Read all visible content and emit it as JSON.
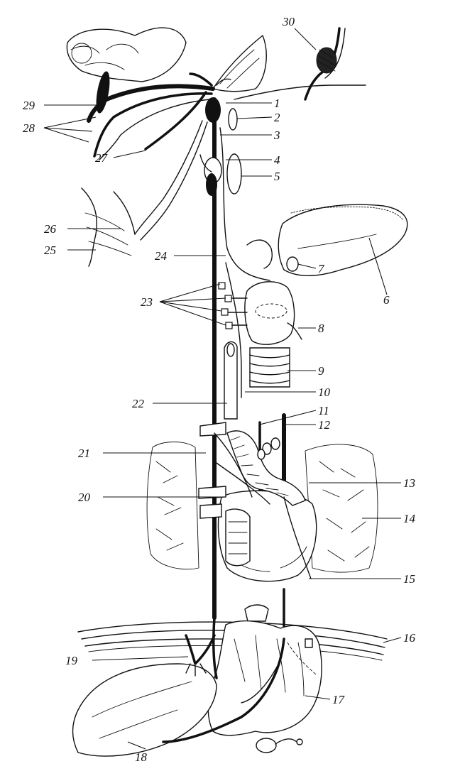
{
  "figure": {
    "colors": {
      "ink": "#111111",
      "paper": "#ffffff"
    },
    "labels": [
      {
        "id": "1",
        "text": "1"
      },
      {
        "id": "2",
        "text": "2"
      },
      {
        "id": "3",
        "text": "3"
      },
      {
        "id": "4",
        "text": "4"
      },
      {
        "id": "5",
        "text": "5"
      },
      {
        "id": "6",
        "text": "6"
      },
      {
        "id": "7",
        "text": "7"
      },
      {
        "id": "8",
        "text": "8"
      },
      {
        "id": "9",
        "text": "9"
      },
      {
        "id": "10",
        "text": "10"
      },
      {
        "id": "11",
        "text": "11"
      },
      {
        "id": "12",
        "text": "12"
      },
      {
        "id": "13",
        "text": "13"
      },
      {
        "id": "14",
        "text": "14"
      },
      {
        "id": "15",
        "text": "15"
      },
      {
        "id": "16",
        "text": "16"
      },
      {
        "id": "17",
        "text": "17"
      },
      {
        "id": "18",
        "text": "18"
      },
      {
        "id": "19",
        "text": "19"
      },
      {
        "id": "20",
        "text": "20"
      },
      {
        "id": "21",
        "text": "21"
      },
      {
        "id": "22",
        "text": "22"
      },
      {
        "id": "23",
        "text": "23"
      },
      {
        "id": "24",
        "text": "24"
      },
      {
        "id": "25",
        "text": "25"
      },
      {
        "id": "26",
        "text": "26"
      },
      {
        "id": "27",
        "text": "27"
      },
      {
        "id": "28",
        "text": "28"
      },
      {
        "id": "29",
        "text": "29"
      },
      {
        "id": "30",
        "text": "30"
      }
    ]
  }
}
